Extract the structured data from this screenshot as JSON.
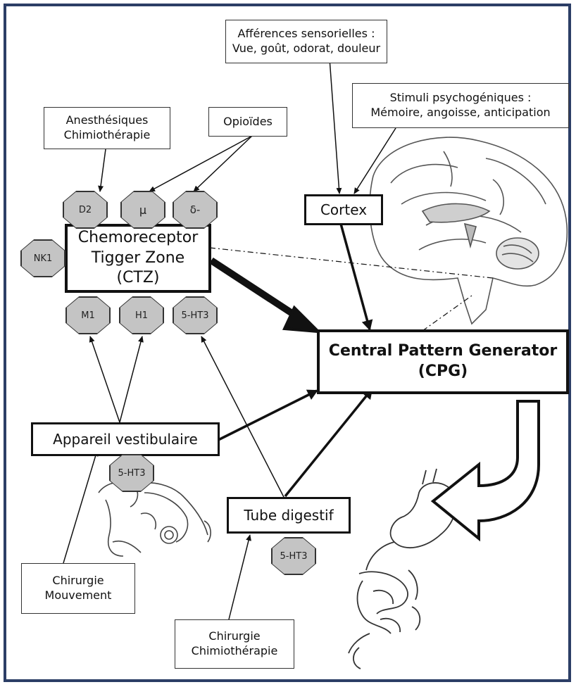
{
  "sensory": {
    "line1": "Afférences sensorielles :",
    "line2": "Vue, goût, odorat, douleur"
  },
  "psycho": {
    "line1": "Stimuli psychogéniques :",
    "line2": "Mémoire, angoisse, anticipation"
  },
  "anesth": {
    "line1": "Anesthésiques",
    "line2": "Chimiothérapie"
  },
  "opioides": {
    "label": "Opioïdes"
  },
  "cortex": {
    "label": "Cortex"
  },
  "ctz": {
    "line1": "Chemoreceptor",
    "line2": "Tigger Zone",
    "line3": "(CTZ)"
  },
  "cpg": {
    "line1": "Central Pattern Generator",
    "line2": "(CPG)"
  },
  "vestibular": {
    "label": "Appareil vestibulaire"
  },
  "digestive": {
    "label": "Tube digestif"
  },
  "surgery_movement": {
    "line1": "Chirurgie",
    "line2": "Mouvement"
  },
  "surgery_chemo": {
    "line1": "Chirurgie",
    "line2": "Chimiothérapie"
  },
  "receptors": {
    "d2": "D2",
    "mu": "μ",
    "delta": "δ-",
    "nk1": "NK1",
    "m1": "M1",
    "h1": "H1",
    "ht3_ctz": "5-HT3",
    "ht3_vestibular": "5-HT3",
    "ht3_digestive": "5-HT3"
  },
  "icons": {
    "brain": "brain-illustration-icon",
    "ear": "inner-ear-illustration-icon",
    "stomach": "stomach-intestine-illustration-icon"
  },
  "colors": {
    "frame": "#2c3e66",
    "receptor_fill": "#c4c4c4"
  }
}
